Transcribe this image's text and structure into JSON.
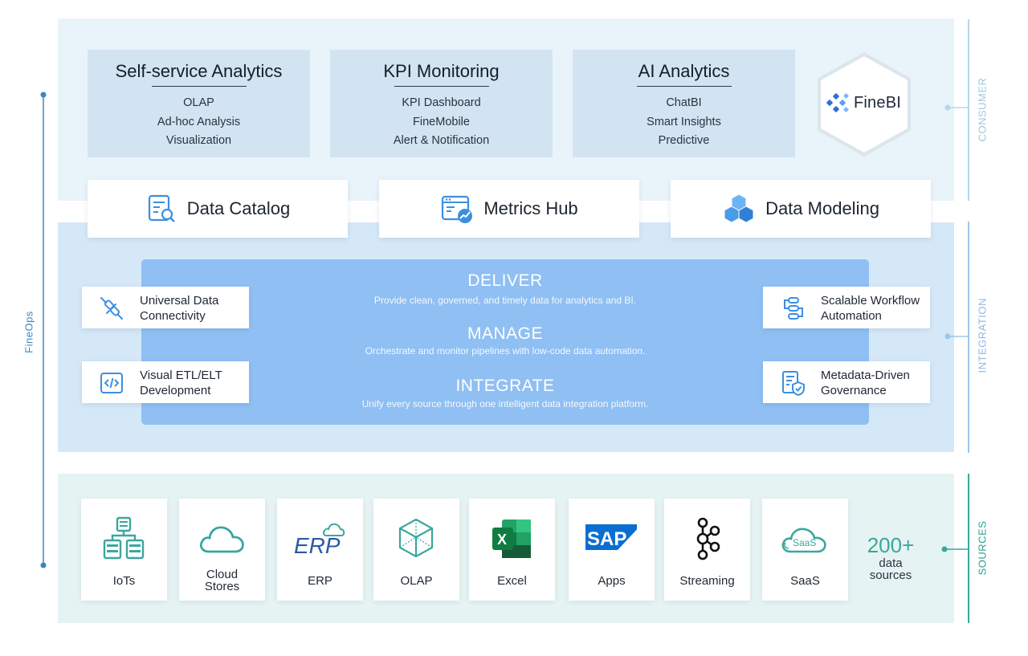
{
  "consumer": {
    "rail_label": "CONSUMER",
    "analytics": [
      {
        "title": "Self-service Analytics",
        "items": [
          "OLAP",
          "Ad-hoc Analysis",
          "Visualization"
        ]
      },
      {
        "title": "KPI Monitoring",
        "items": [
          "KPI Dashboard",
          "FineMobile",
          "Alert & Notification"
        ]
      },
      {
        "title": "AI Analytics",
        "items": [
          "ChatBI",
          "Smart Insights",
          "Predictive"
        ]
      }
    ],
    "brand": "FineBI",
    "hubs": [
      {
        "label": "Data Catalog",
        "icon": "data-catalog-icon"
      },
      {
        "label": "Metrics Hub",
        "icon": "metrics-hub-icon"
      },
      {
        "label": "Data Modeling",
        "icon": "data-modeling-icon"
      }
    ]
  },
  "integration": {
    "rail_label": "INTEGRATION",
    "layers": [
      {
        "heading": "DELIVER",
        "description": "Provide clean, governed, and timely data for analytics and BI."
      },
      {
        "heading": "MANAGE",
        "description": "Orchestrate and monitor pipelines with low-code data automation."
      },
      {
        "heading": "INTEGRATE",
        "description": "Unify every source through one intelligent data integration platform."
      }
    ],
    "features": [
      {
        "line1": "Universal Data",
        "line2": "Connectivity",
        "icon": "plug-icon"
      },
      {
        "line1": "Visual ETL/ELT",
        "line2": "Development",
        "icon": "code-icon"
      },
      {
        "line1": "Scalable Workflow",
        "line2": "Automation",
        "icon": "workflow-icon"
      },
      {
        "line1": "Metadata-Driven",
        "line2": "Governance",
        "icon": "shield-document-icon"
      }
    ]
  },
  "sources": {
    "rail_label": "SOURCES",
    "items": [
      {
        "line1": "IoTs",
        "line2": "",
        "icon": "iot-icon"
      },
      {
        "line1": "Cloud",
        "line2": "Stores",
        "icon": "cloud-icon"
      },
      {
        "line1": "ERP",
        "line2": "",
        "icon": "erp-icon"
      },
      {
        "line1": "OLAP",
        "line2": "",
        "icon": "olap-cube-icon"
      },
      {
        "line1": "Excel",
        "line2": "",
        "icon": "excel-icon"
      },
      {
        "line1": "Apps",
        "line2": "",
        "icon": "sap-icon"
      },
      {
        "line1": "Streaming",
        "line2": "",
        "icon": "streaming-icon"
      },
      {
        "line1": "SaaS",
        "line2": "",
        "icon": "saas-cloud-icon"
      }
    ],
    "count": "200+",
    "count_line1": "data",
    "count_line2": "sources",
    "erp_logo_text": "ERP",
    "sap_logo_text": "SAP",
    "saas_logo_text": "SaaS",
    "excel_logo_text": "X"
  },
  "fineops_label": "FineOps",
  "colors": {
    "consumer_bg": "#e9f3fa",
    "integration_bg": "#d5e8f8",
    "sources_bg": "#e6f3f3",
    "center_block": "#8fbff3",
    "blue_accent": "#3a86bf",
    "teal_accent": "#3aa79e"
  }
}
